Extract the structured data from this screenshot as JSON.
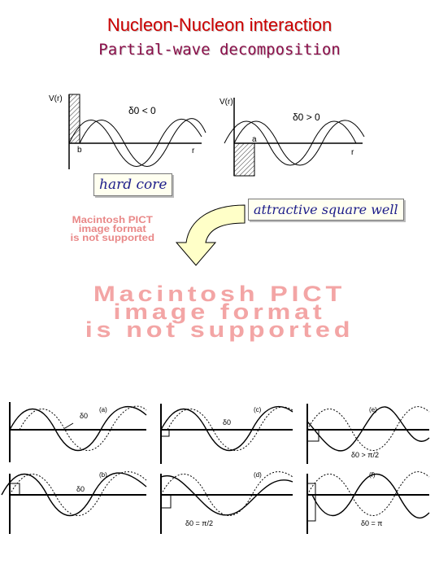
{
  "title": "Nucleon-Nucleon interaction",
  "subtitle": "Partial-wave decomposition",
  "labels": {
    "hard_core": "hard core",
    "attractive_square_well": "attractive square well"
  },
  "pict_notice": {
    "small": [
      "Macintosh PICT",
      "image format",
      "is not supported"
    ],
    "large": [
      "Macintosh PICT",
      "image format",
      "is not supported"
    ]
  },
  "left_plot": {
    "axis_y": "V(r)",
    "axis_x": "r",
    "marker": "b",
    "phase": "δ0 < 0"
  },
  "right_plot": {
    "axis_y": "V(r)",
    "axis_x": "r",
    "marker": "a",
    "phase": "δ0 > 0"
  },
  "panels": [
    {
      "id": "(a)",
      "annotation": "δ0"
    },
    {
      "id": "(c)",
      "annotation": "δ0"
    },
    {
      "id": "(e)",
      "annotation": "δ0 > π/2"
    },
    {
      "id": "(b)",
      "annotation": "δ0"
    },
    {
      "id": "(d)",
      "annotation": "δ0 = π/2"
    },
    {
      "id": "(f)",
      "annotation": "δ0 = π"
    }
  ],
  "colors": {
    "title": "#cc0000",
    "subtitle": "#8b0f4a",
    "label_text": "#1d1d8a",
    "pict": "#f3a5a5",
    "arrow_fill": "#ffffc8"
  }
}
